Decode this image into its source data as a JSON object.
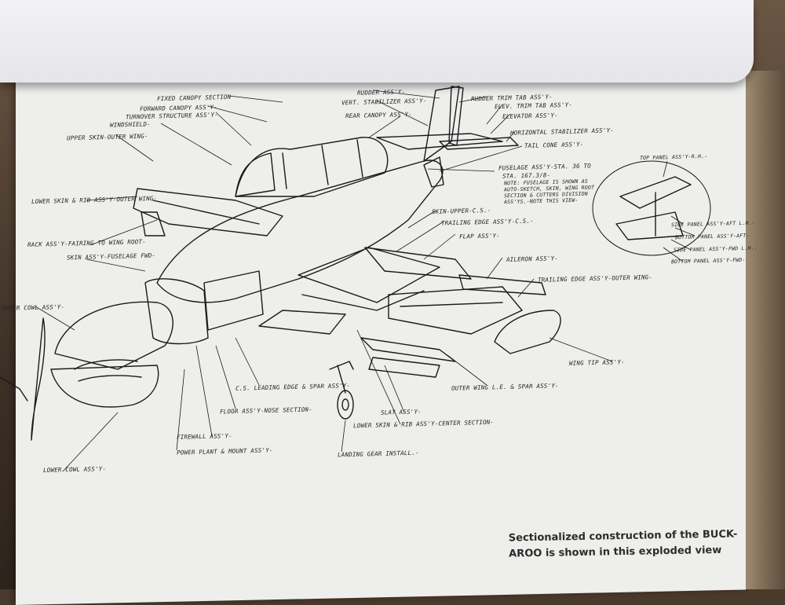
{
  "labels": [
    {
      "name": "label-fixed-canopy-section",
      "text": "FIXED CANOPY SECTION"
    },
    {
      "name": "label-forward-canopy-assy",
      "text": "FORWARD CANOPY ASS'Y-"
    },
    {
      "name": "label-turnover-structure-assy",
      "text": "TURNOVER STRUCTURE ASS'Y-"
    },
    {
      "name": "label-windshield",
      "text": "WINDSHIELD-"
    },
    {
      "name": "label-upper-skin-outer-wing",
      "text": "UPPER SKIN-OUTER WING-"
    },
    {
      "name": "label-lower-skin-rib-assy-outer-wing",
      "text": "LOWER SKIN & RIB ASS'Y-OUTER WING-"
    },
    {
      "name": "label-rack-assy",
      "text": "RACK ASS'Y-FAIRING TO WING ROOT-"
    },
    {
      "name": "label-skin-assy-fuselage-fwd",
      "text": "SKIN ASS'Y-FUSELAGE FWD-"
    },
    {
      "name": "label-upper-cowl-assy",
      "text": "UPPER COWL ASS'Y-"
    },
    {
      "name": "label-lower-cowl-assy",
      "text": "LOWER COWL ASS'Y-"
    },
    {
      "name": "label-rudder-assy",
      "text": "RUDDER ASS'Y-"
    },
    {
      "name": "label-vert-stabilizer-assy",
      "text": "VERT. STABILIZER ASS'Y-"
    },
    {
      "name": "label-rear-canopy-assy",
      "text": "REAR CANOPY ASS'Y-"
    },
    {
      "name": "label-rudder-trim-tab-assy",
      "text": "RUDDER TRIM TAB ASS'Y-"
    },
    {
      "name": "label-elev-trim-tab-assy",
      "text": "ELEV. TRIM TAB ASS'Y-"
    },
    {
      "name": "label-elevator-assy",
      "text": "ELEVATOR ASS'Y-"
    },
    {
      "name": "label-horizontal-stabilizer-assy",
      "text": "HORIZONTAL STABILIZER ASS'Y-"
    },
    {
      "name": "label-tail-cone-assy",
      "text": "TAIL CONE ASS'Y-"
    },
    {
      "name": "label-fuselage-assy",
      "text": "FUSELAGE ASS'Y-STA. 36 TO"
    },
    {
      "name": "label-fuselage-sta",
      "text": "STA. 167.3/8-"
    },
    {
      "name": "label-fuselage-note-1",
      "text": "NOTE: FUSELAGE IS SHOWN AS"
    },
    {
      "name": "label-fuselage-note-2",
      "text": "AUTO-SKETCH, SKIN, WING ROOT"
    },
    {
      "name": "label-fuselage-note-3",
      "text": "SECTION & CUTTERS DIVISION"
    },
    {
      "name": "label-fuselage-note-4",
      "text": "ASS'YS.-NOTE THIS VIEW-"
    },
    {
      "name": "label-skin-upper-cs",
      "text": "SKIN-UPPER-C.S.-"
    },
    {
      "name": "label-trailing-edge-assy-cs",
      "text": "TRAILING EDGE ASS'Y-C.S.-"
    },
    {
      "name": "label-flap-assy",
      "text": "FLAP ASS'Y-"
    },
    {
      "name": "label-aileron-assy",
      "text": "AILERON ASS'Y-"
    },
    {
      "name": "label-trailing-edge-assy-outer-wing",
      "text": "TRAILING EDGE ASS'Y-OUTER WING-"
    },
    {
      "name": "label-wing-tip-assy",
      "text": "WING TIP ASS'Y-"
    },
    {
      "name": "label-outer-wing-le-spar-assy",
      "text": "OUTER WING L.E. & SPAR ASS'Y-"
    },
    {
      "name": "label-slat-assy",
      "text": "SLAT ASS'Y-"
    },
    {
      "name": "label-lower-skin-rib-assy-center",
      "text": "LOWER SKIN & RIB ASS'Y-CENTER SECTION-"
    },
    {
      "name": "label-landing-gear-install",
      "text": "LANDING GEAR INSTALL.-"
    },
    {
      "name": "label-cs-leading-edge-spar-assy",
      "text": "C.S. LEADING EDGE & SPAR ASS'Y-"
    },
    {
      "name": "label-floor-assy-nose-section",
      "text": "FLOOR ASS'Y-NOSE SECTION-"
    },
    {
      "name": "label-firewall-assy",
      "text": "FIREWALL ASS'Y-"
    },
    {
      "name": "label-power-plant-mount-assy",
      "text": "POWER PLANT & MOUNT ASS'Y-"
    },
    {
      "name": "label-top-panel-assy-rh",
      "text": "TOP PANEL ASS'Y-R.H.-"
    },
    {
      "name": "label-side-panel-assy-aft-lh",
      "text": "SIDE PANEL ASS'Y-AFT L.H.-"
    },
    {
      "name": "label-bottom-panel-assy-aft",
      "text": "BOTTOM PANEL ASS'Y-AFT-"
    },
    {
      "name": "label-side-panel-assy-fwd-lh",
      "text": "SIDE PANEL ASS'Y-FWD L.H.-"
    },
    {
      "name": "label-bottom-panel-assy-fwd",
      "text": "BOTTOM PANEL ASS'Y-FWD-"
    }
  ],
  "caption": {
    "line1": "Sectionalized construction of the BUCK-",
    "line2": "AROO is shown in this exploded view"
  }
}
